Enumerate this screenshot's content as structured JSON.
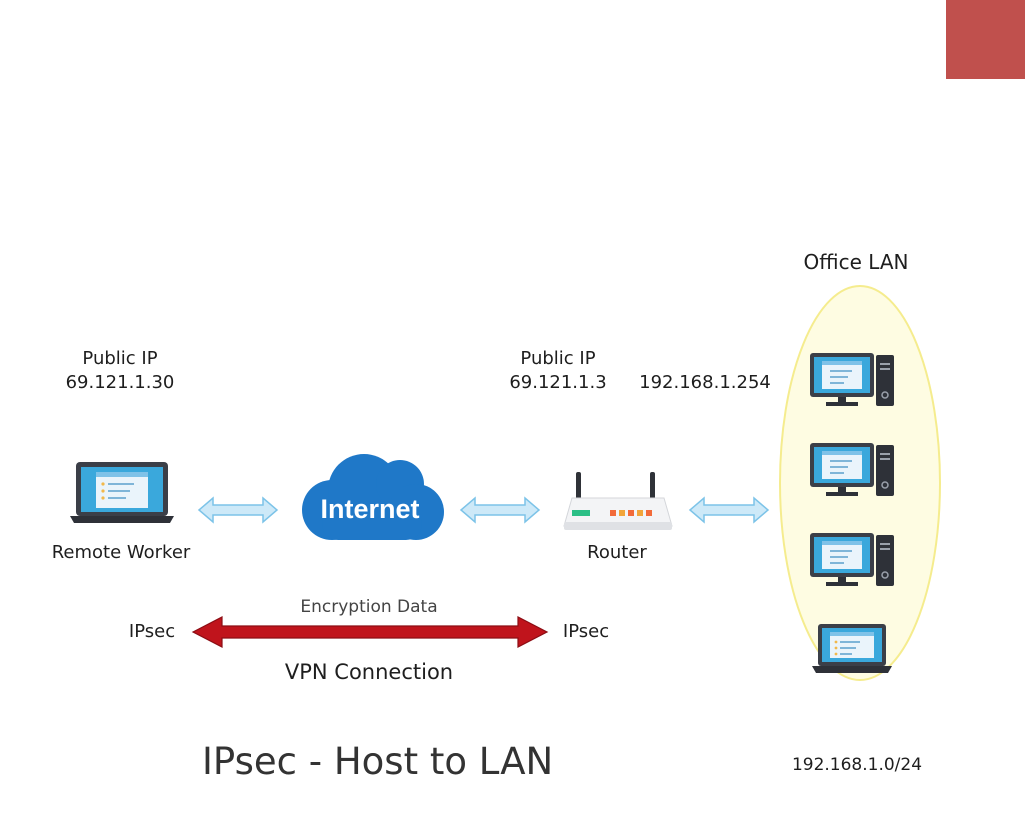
{
  "diagram": {
    "title": "IPsec - Host to LAN",
    "office_lan": {
      "heading": "Office LAN",
      "subnet": "192.168.1.0/24",
      "lan_ip": "192.168.1.254",
      "device_icons": [
        "desktop-computer-icon",
        "desktop-computer-icon",
        "desktop-computer-icon",
        "laptop-icon"
      ]
    },
    "remote_worker": {
      "label": "Remote Worker",
      "ip_heading": "Public IP",
      "ip": "69.121.1.30",
      "icon": "laptop-icon"
    },
    "internet": {
      "label": "Internet",
      "icon": "cloud-icon"
    },
    "router": {
      "label": "Router",
      "ip_heading": "Public IP",
      "ip": "69.121.1.3",
      "icon": "router-icon"
    },
    "vpn": {
      "left_endpoint": "IPsec",
      "right_endpoint": "IPsec",
      "arrow_caption": "Encryption Data",
      "connection_label": "VPN Connection"
    },
    "colors": {
      "accent_block": "#c0504d",
      "cloud": "#1f78c8",
      "link_arrow": "#cde9f8",
      "link_arrow_stroke": "#7cc3e8",
      "vpn_arrow": "#c0141c",
      "lan_ellipse": "#fefce2",
      "lan_ellipse_stroke": "#f5ec8e",
      "screen": "#3aa8dc"
    }
  }
}
